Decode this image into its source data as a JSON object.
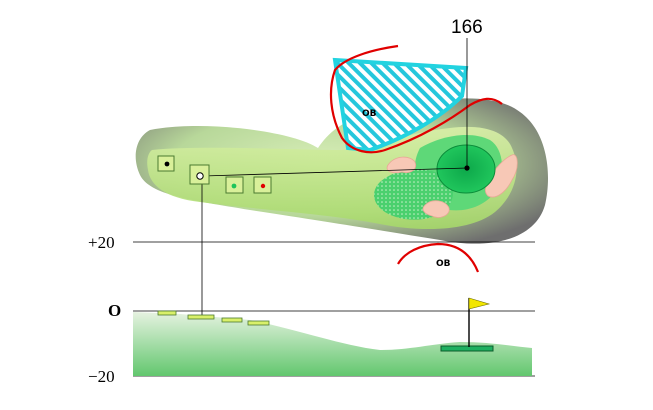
{
  "hole": {
    "distance_label": "166",
    "ob_labels": [
      "OB",
      "OB"
    ]
  },
  "profile": {
    "axis_labels": [
      "+20",
      "O",
      "−20"
    ]
  },
  "colors": {
    "fairway": "#b8e07a",
    "rough": "#8a8a8a",
    "green": "#1ec45a",
    "ob_zone": "#22d3e0",
    "ob_line": "#e00000",
    "bunker": "#f5c9b8",
    "flag": "#f2e600"
  },
  "icons": [
    "flag-icon",
    "tee-marker-black",
    "tee-marker-white",
    "tee-marker-green",
    "tee-marker-red"
  ]
}
